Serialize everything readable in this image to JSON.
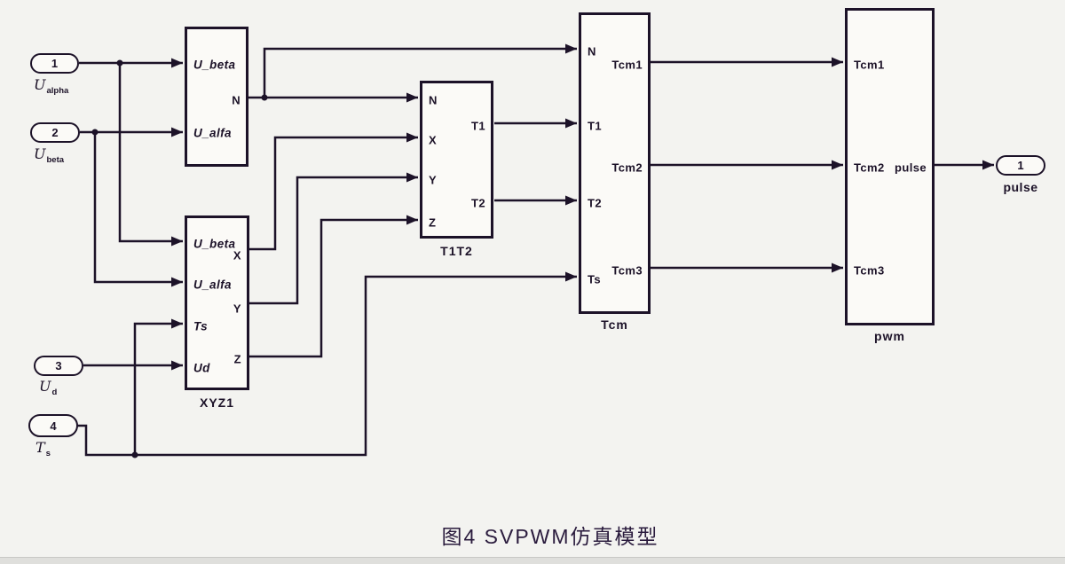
{
  "figure": {
    "caption": "图4  SVPWM仿真模型"
  },
  "ports_in": [
    {
      "number": "1",
      "main": "U",
      "sub": "alpha"
    },
    {
      "number": "2",
      "main": "U",
      "sub": "beta"
    },
    {
      "number": "3",
      "main": "U",
      "sub": "d"
    },
    {
      "number": "4",
      "main": "T",
      "sub": "s"
    }
  ],
  "port_out": {
    "number": "1",
    "label": "pulse"
  },
  "blocks": {
    "nblk": {
      "in1": "U_beta",
      "in2": "U_alfa",
      "out1": "N"
    },
    "xyz1": {
      "caption": "XYZ1",
      "in1": "U_beta",
      "in2": "U_alfa",
      "in3": "Ts",
      "in4": "Ud",
      "out1": "X",
      "out2": "Y",
      "out3": "Z"
    },
    "t1t2": {
      "caption": "T1T2",
      "in1": "N",
      "in2": "X",
      "in3": "Y",
      "in4": "Z",
      "out1": "T1",
      "out2": "T2"
    },
    "tcm": {
      "caption": "Tcm",
      "in1": "N",
      "in2": "T1",
      "in3": "T2",
      "in4": "Ts",
      "out1": "Tcm1",
      "out2": "Tcm2",
      "out3": "Tcm3"
    },
    "pwm": {
      "caption": "pwm",
      "in1": "Tcm1",
      "in2": "Tcm2",
      "in3": "Tcm3",
      "out1": "pulse"
    }
  },
  "colors": {
    "line": "#1c1228",
    "block_fill": "#fbfaf7",
    "background": "#f3f3f0",
    "footer_bar": "#dfdfdc"
  }
}
